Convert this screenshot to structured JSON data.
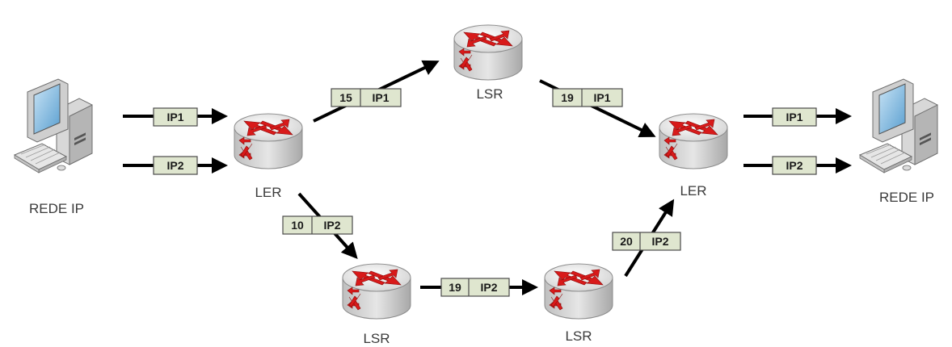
{
  "diagram": {
    "colors": {
      "arrow": "#000000",
      "tag_fill": "#dfe6cf",
      "tag_stroke": "#4a4a4a",
      "router_arrow": "#d81a1a",
      "router_body": "#d9d9d9",
      "label": "#3a3a3a"
    },
    "nodes": {
      "host_left": {
        "label": "REDE IP",
        "icon": "computer-icon"
      },
      "ler_left": {
        "label": "LER",
        "icon": "router-icon"
      },
      "lsr_top": {
        "label": "LSR",
        "icon": "router-icon"
      },
      "lsr_bottom_left": {
        "label": "LSR",
        "icon": "router-icon"
      },
      "lsr_bottom_right": {
        "label": "LSR",
        "icon": "router-icon"
      },
      "ler_right": {
        "label": "LER",
        "icon": "router-icon"
      },
      "host_right": {
        "label": "REDE IP",
        "icon": "computer-icon"
      }
    },
    "packets": [
      {
        "id": "in-ip1",
        "label": "",
        "payload": "IP1"
      },
      {
        "id": "in-ip2",
        "label": "",
        "payload": "IP2"
      },
      {
        "id": "ler-lsr-top",
        "label": "15",
        "payload": "IP1"
      },
      {
        "id": "lsr-top-ler",
        "label": "19",
        "payload": "IP1"
      },
      {
        "id": "ler-lsr-bottom",
        "label": "10",
        "payload": "IP2"
      },
      {
        "id": "lsr-lsr-bottom",
        "label": "19",
        "payload": "IP2"
      },
      {
        "id": "lsr-bottom-ler",
        "label": "20",
        "payload": "IP2"
      },
      {
        "id": "out-ip1",
        "label": "",
        "payload": "IP1"
      },
      {
        "id": "out-ip2",
        "label": "",
        "payload": "IP2"
      }
    ]
  }
}
